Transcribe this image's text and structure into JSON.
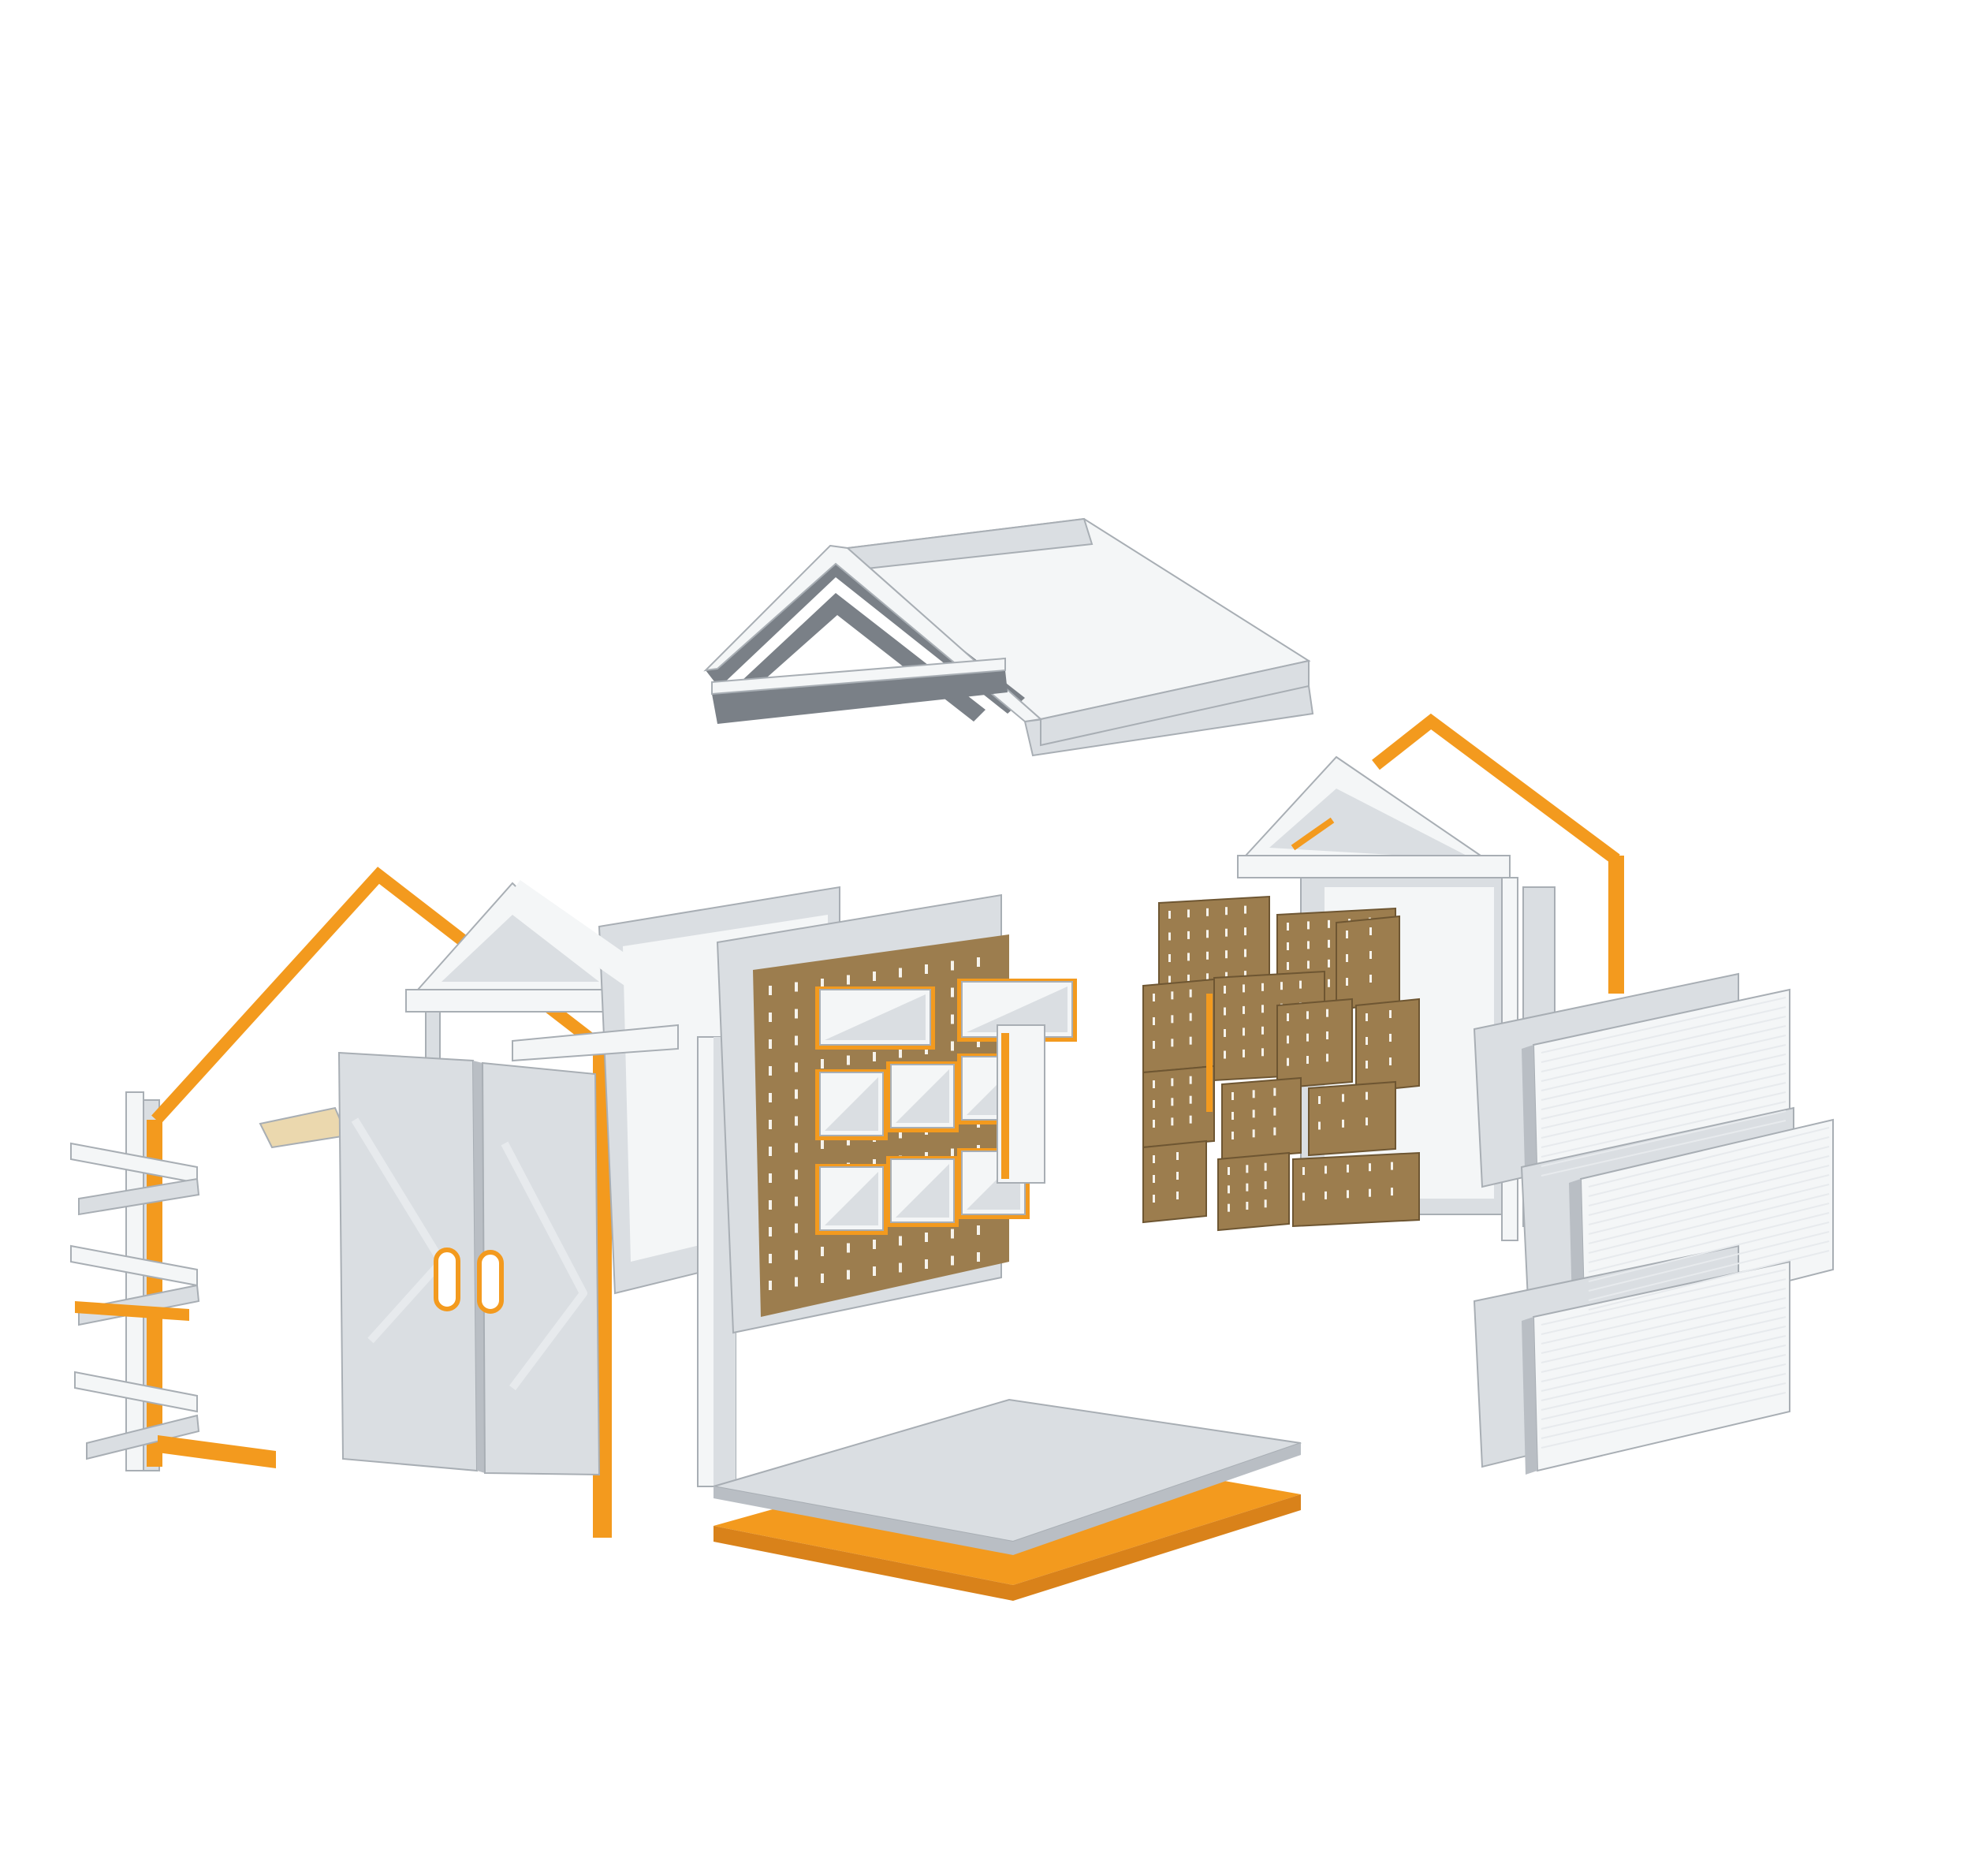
{
  "diagram": {
    "kind": "exploded-axonometric-illustration",
    "palette": {
      "accent": "#F39A1E",
      "panel_light": "#F4F6F7",
      "panel_mid": "#DADEE2",
      "panel_shadow": "#B9BEC4",
      "edge_dark": "#6F757C",
      "pegboard": "#9C7D4E",
      "pegboard_dark": "#6E5632",
      "pegboard_hole": "#F6F3EC",
      "plywood": "#EBD8AE",
      "background": "#FFFFFF"
    },
    "components": [
      {
        "id": "roof-assembly",
        "icon": "gable-roof"
      },
      {
        "id": "left-shelving-unit",
        "icon": "criss-cross-shelf"
      },
      {
        "id": "left-orange-frame",
        "icon": "gable-frame"
      },
      {
        "id": "left-gable-end-wall",
        "icon": "gable-wall"
      },
      {
        "id": "front-double-doors",
        "icon": "double-door"
      },
      {
        "id": "center-back-wall",
        "icon": "wall-panel"
      },
      {
        "id": "pegboard-with-storage-bins",
        "icon": "pegboard"
      },
      {
        "id": "storage-bins",
        "icon": "bin",
        "count": 9
      },
      {
        "id": "center-white-post",
        "icon": "post"
      },
      {
        "id": "right-gable-end",
        "icon": "gable-wall"
      },
      {
        "id": "right-orange-frame",
        "icon": "gable-frame"
      },
      {
        "id": "pegboard-tiles",
        "icon": "pegboard"
      },
      {
        "id": "side-wall-panels",
        "icon": "stacked-panels",
        "count": 3
      },
      {
        "id": "floor-platform",
        "icon": "floor-slab"
      }
    ]
  }
}
